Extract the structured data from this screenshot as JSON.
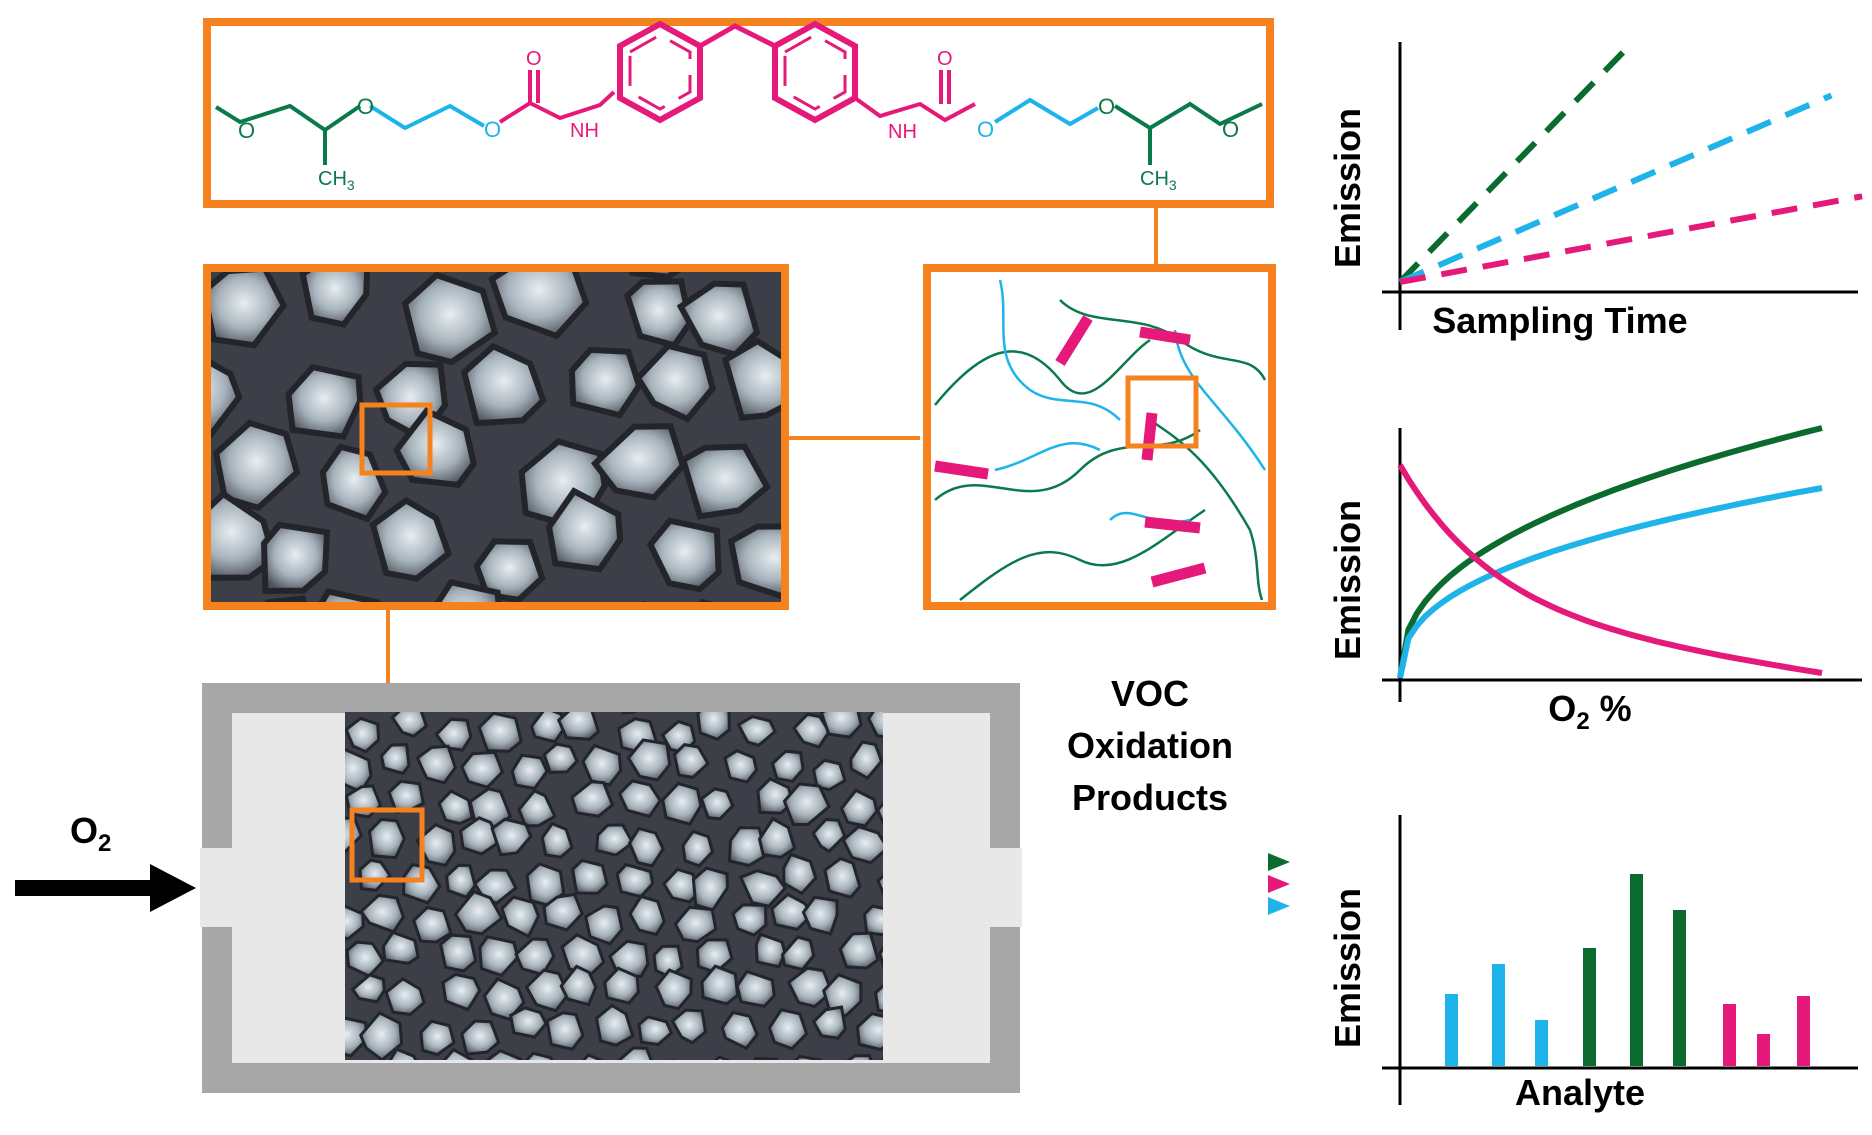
{
  "colors": {
    "frame_orange": "#F5821F",
    "dark_green": "#0B6B2E",
    "cyan": "#1EB4EA",
    "magenta": "#E5197A",
    "mol_green": "#0B7A4B",
    "housing_gray": "#A7A7A7",
    "housing_light": "#E8E8E8"
  },
  "molecule": {
    "atoms_left": [
      "O",
      "O",
      "O",
      "NH"
    ],
    "ch3_left": "CH",
    "ch3_left_sub": "3",
    "atoms_right": [
      "NH",
      "O",
      "O",
      "O"
    ],
    "ch3_right": "CH",
    "ch3_right_sub": "3",
    "carbonyl_o": "O"
  },
  "flow": {
    "inlet_label": "O",
    "inlet_sub": "2",
    "outlet_label_lines": [
      "VOC",
      "Oxidation",
      "Products"
    ]
  },
  "icons": [
    "right-arrow-icon"
  ],
  "chart_data": [
    {
      "type": "line",
      "title": "",
      "xlabel": "Sampling Time",
      "ylabel": "Emission",
      "line_style": "dashed",
      "series_colors": [
        "#0B6B2E",
        "#1EB4EA",
        "#E5197A"
      ],
      "slopes": [
        1.0,
        0.42,
        0.18
      ]
    },
    {
      "type": "line",
      "title": "",
      "xlabel": "O",
      "xlabel_sub": "2",
      "xlabel_suffix": " %",
      "ylabel": "Emission",
      "line_style": "solid",
      "series_colors": [
        "#0B6B2E",
        "#1EB4EA",
        "#E5197A"
      ],
      "trends": [
        "increasing",
        "increasing",
        "decreasing"
      ]
    },
    {
      "type": "bar",
      "title": "",
      "xlabel": "Analyte",
      "ylabel": "Emission",
      "ylim": [
        0,
        1
      ],
      "values": [
        0.36,
        0.51,
        0.23,
        0.59,
        0.96,
        0.78,
        0.31,
        0.16,
        0.35
      ],
      "colors": [
        "#1EB4EA",
        "#1EB4EA",
        "#1EB4EA",
        "#0B6B2E",
        "#0B6B2E",
        "#0B6B2E",
        "#E5197A",
        "#E5197A",
        "#E5197A"
      ]
    }
  ]
}
